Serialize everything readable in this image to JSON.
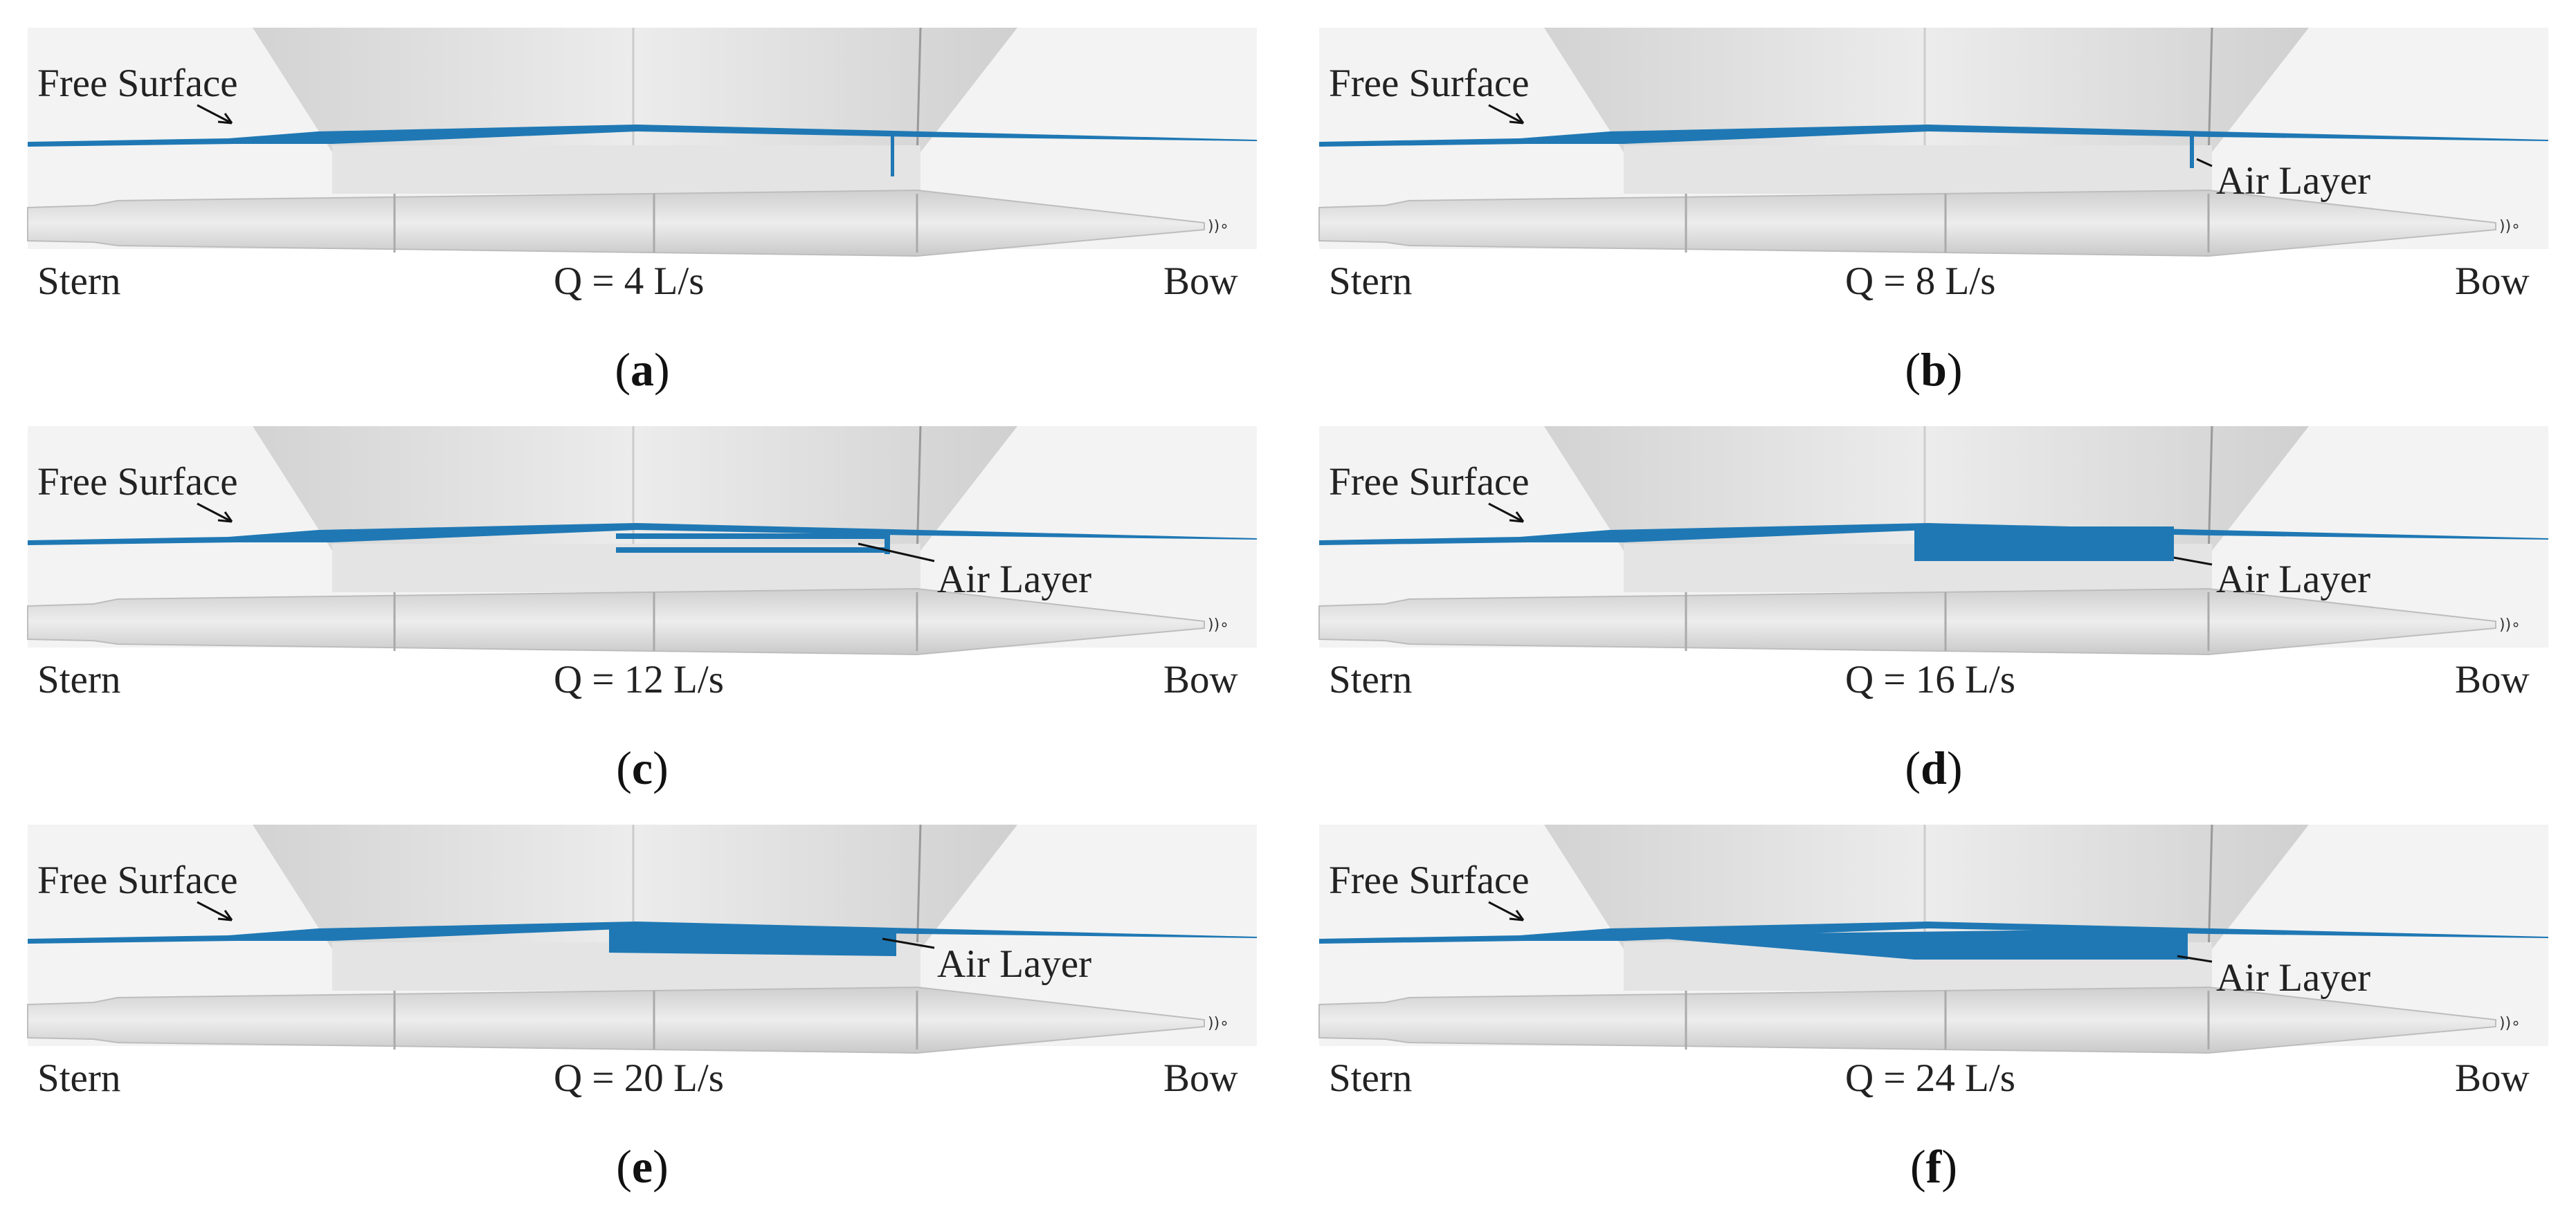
{
  "figure": {
    "labels": {
      "free_surface": "Free Surface",
      "air_layer": "Air Layer",
      "stern": "Stern",
      "bow": "Bow"
    },
    "panels": [
      {
        "id": "a",
        "flow_rate": "Q = 4 L/s",
        "air_layer": "none"
      },
      {
        "id": "b",
        "flow_rate": "Q = 8 L/s",
        "air_layer": "thin-vertical"
      },
      {
        "id": "c",
        "flow_rate": "Q = 12 L/s",
        "air_layer": "thin-strips"
      },
      {
        "id": "d",
        "flow_rate": "Q = 16 L/s",
        "air_layer": "short-block"
      },
      {
        "id": "e",
        "flow_rate": "Q = 20 L/s",
        "air_layer": "long-block"
      },
      {
        "id": "f",
        "flow_rate": "Q = 24 L/s",
        "air_layer": "full-wedge"
      }
    ],
    "colors": {
      "water": "#1f78b4",
      "hull": "#d9d9d9",
      "strut": "#e6e6e6"
    }
  }
}
